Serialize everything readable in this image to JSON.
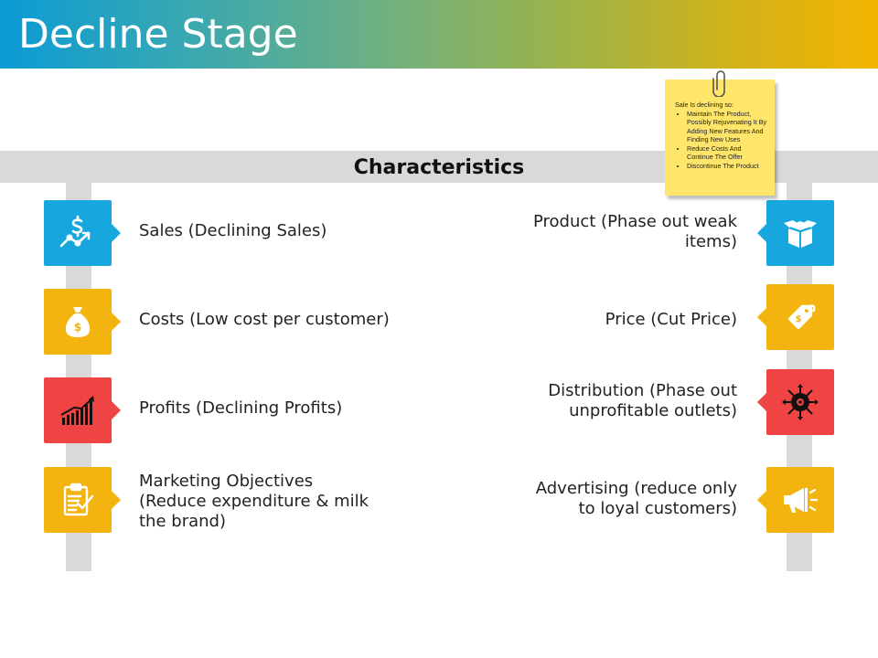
{
  "title": "Decline Stage",
  "section_title": "Characteristics",
  "note": {
    "intro": "Sale Is declining so:",
    "items": [
      "Maintain The Product, Possibly Rejuvenating It By Adding New Features And Finding New Uses",
      "Reduce Costs And Continue The Offer",
      "Discontinue The Product"
    ]
  },
  "left_items": [
    {
      "label": "Sales (Declining Sales)",
      "icon": "sales-icon",
      "color": "#18a6df"
    },
    {
      "label": "Costs (Low cost per customer)",
      "icon": "money-bag-icon",
      "color": "#f3b40f"
    },
    {
      "label": "Profits (Declining Profits)",
      "icon": "bar-growth-icon",
      "color": "#f04343"
    },
    {
      "label": "Marketing Objectives (Reduce expenditure & milk the brand)",
      "icon": "clipboard-check-icon",
      "color": "#f3b40f"
    }
  ],
  "right_items": [
    {
      "label": "Product (Phase out weak items)",
      "icon": "box-icon",
      "color": "#18a6df"
    },
    {
      "label": "Price (Cut Price)",
      "icon": "price-tag-icon",
      "color": "#f3b40f"
    },
    {
      "label": "Distribution (Phase out unprofitable outlets)",
      "icon": "distribution-icon",
      "color": "#f04343"
    },
    {
      "label": "Advertising (reduce only to loyal customers)",
      "icon": "megaphone-icon",
      "color": "#f3b40f"
    }
  ]
}
